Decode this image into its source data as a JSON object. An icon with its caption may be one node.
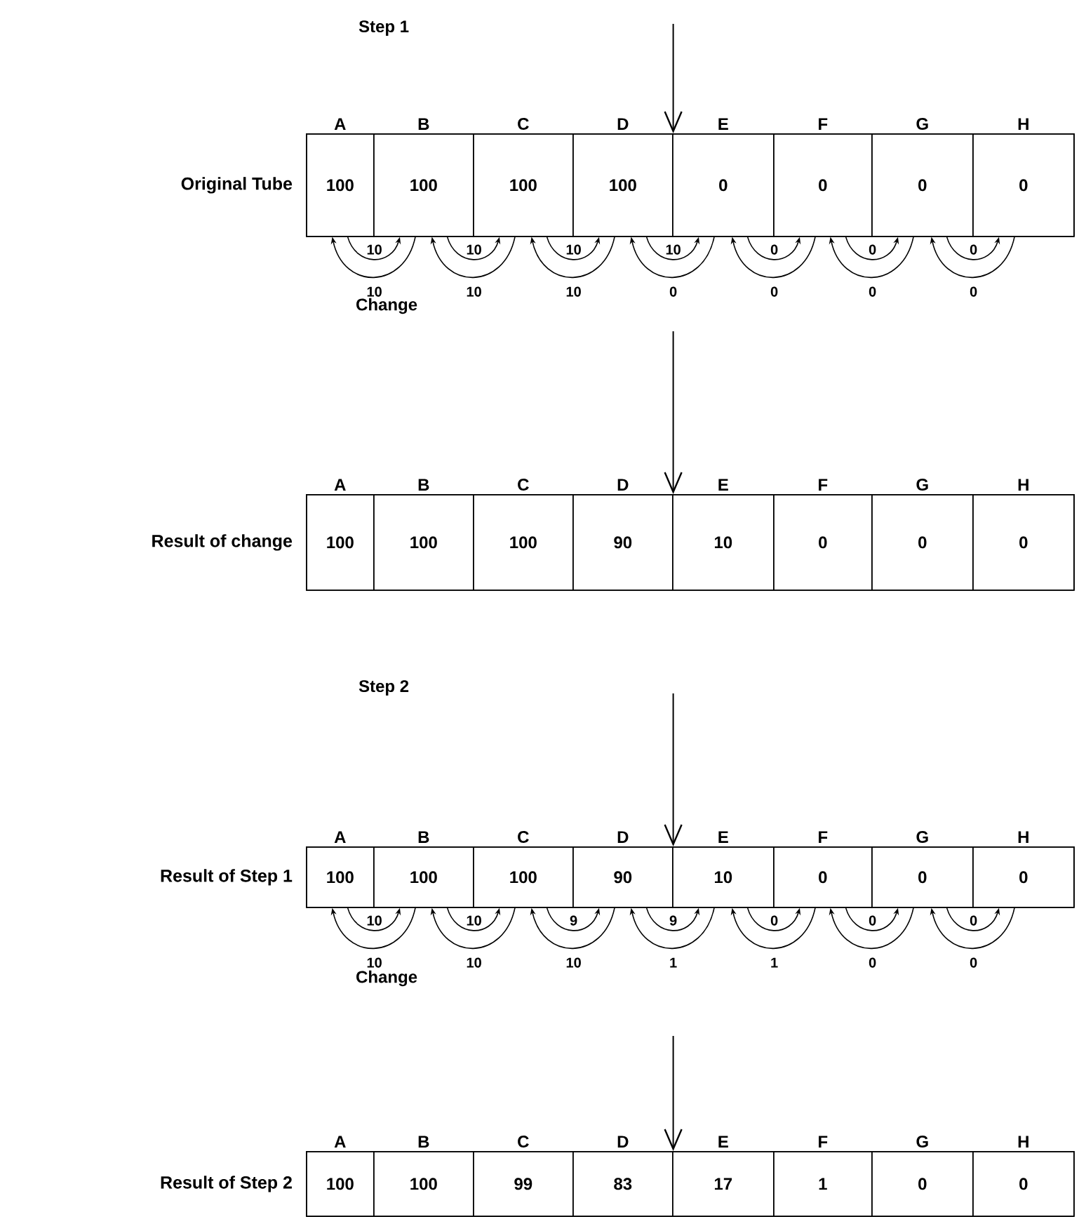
{
  "diagram": {
    "nodes": [
      {
        "text": [
          "Original Tube"
        ]
      },
      {
        "text": [
          "100"
        ],
        "in": 0,
        "beside": [
          "A"
        ]
      },
      {
        "text": [
          "100"
        ],
        "in": 0,
        "beside": [
          "B"
        ]
      },
      {
        "text": [
          "100"
        ],
        "in": 0,
        "beside": [
          "C"
        ]
      },
      {
        "text": [
          "100"
        ],
        "in": 0,
        "beside": [
          "D"
        ]
      },
      {
        "text": [
          "0"
        ],
        "in": 0,
        "beside": [
          "E"
        ]
      },
      {
        "text": [
          "0"
        ],
        "in": 0,
        "beside": [
          "F"
        ]
      },
      {
        "text": [
          "0"
        ],
        "in": 0,
        "beside": [
          "G"
        ]
      },
      {
        "text": [
          "0"
        ],
        "in": 0,
        "beside": [
          "H"
        ]
      },
      {
        "text": [
          "Result of change"
        ]
      },
      {
        "text": [
          "100"
        ],
        "in": 9,
        "beside": [
          "A"
        ]
      },
      {
        "text": [
          "100"
        ],
        "in": 9,
        "beside": [
          "B"
        ]
      },
      {
        "text": [
          "100"
        ],
        "in": 9,
        "beside": [
          "C"
        ]
      },
      {
        "text": [
          "90"
        ],
        "in": 9,
        "beside": [
          "D"
        ]
      },
      {
        "text": [
          "10"
        ],
        "in": 9,
        "beside": [
          "E"
        ]
      },
      {
        "text": [
          "0"
        ],
        "in": 9,
        "beside": [
          "F"
        ]
      },
      {
        "text": [
          "0"
        ],
        "in": 9,
        "beside": [
          "G"
        ]
      },
      {
        "text": [
          "0"
        ],
        "in": 9,
        "beside": [
          "H"
        ]
      },
      {
        "text": [
          "Result of Step 1"
        ]
      },
      {
        "text": [
          "100"
        ],
        "in": 18,
        "beside": [
          "A"
        ]
      },
      {
        "text": [
          "100"
        ],
        "in": 18,
        "beside": [
          "B"
        ]
      },
      {
        "text": [
          "100"
        ],
        "in": 18,
        "beside": [
          "C"
        ]
      },
      {
        "text": [
          "90"
        ],
        "in": 18,
        "beside": [
          "D"
        ]
      },
      {
        "text": [
          "10"
        ],
        "in": 18,
        "beside": [
          "E"
        ]
      },
      {
        "text": [
          "0"
        ],
        "in": 18,
        "beside": [
          "F"
        ]
      },
      {
        "text": [
          "0"
        ],
        "in": 18,
        "beside": [
          "G"
        ]
      },
      {
        "text": [
          "0"
        ],
        "in": 18,
        "beside": [
          "H"
        ]
      },
      {
        "text": [
          "Result of Step 2"
        ]
      },
      {
        "text": [
          "100"
        ],
        "in": 27,
        "beside": [
          "A"
        ]
      },
      {
        "text": [
          "100"
        ],
        "in": 27,
        "beside": [
          "B"
        ]
      },
      {
        "text": [
          "99"
        ],
        "in": 27,
        "beside": [
          "C"
        ]
      },
      {
        "text": [
          "83"
        ],
        "in": 27,
        "beside": [
          "D"
        ]
      },
      {
        "text": [
          "17"
        ],
        "in": 27,
        "beside": [
          "E"
        ]
      },
      {
        "text": [
          "1"
        ],
        "in": 27,
        "beside": [
          "F"
        ]
      },
      {
        "text": [
          "0"
        ],
        "in": 27,
        "beside": [
          "G"
        ]
      },
      {
        "text": [
          "0"
        ],
        "in": 27,
        "beside": [
          "H"
        ]
      }
    ],
    "edges": [
      {
        "from": 1,
        "to": 2,
        "arrow": "to",
        "label": "10"
      },
      {
        "from": 2,
        "to": 1,
        "arrow": "to",
        "label": "10"
      },
      {
        "from": 2,
        "to": 3,
        "arrow": "to",
        "label": "10"
      },
      {
        "from": 3,
        "to": 2,
        "arrow": "to",
        "label": "10"
      },
      {
        "from": 3,
        "to": 4,
        "arrow": "to",
        "label": "10"
      },
      {
        "from": 4,
        "to": 3,
        "arrow": "to",
        "label": "10"
      },
      {
        "from": 4,
        "to": 5,
        "arrow": "to",
        "label": "10"
      },
      {
        "from": 5,
        "to": 4,
        "arrow": "to",
        "label": "0"
      },
      {
        "from": 5,
        "to": 6,
        "arrow": "to",
        "label": "0"
      },
      {
        "from": 6,
        "to": 5,
        "arrow": "to",
        "label": "0"
      },
      {
        "from": 6,
        "to": 7,
        "arrow": "to",
        "label": "0"
      },
      {
        "from": 7,
        "to": 6,
        "arrow": "to",
        "label": "0"
      },
      {
        "from": 7,
        "to": 8,
        "arrow": "to",
        "label": "0"
      },
      {
        "from": 8,
        "to": 7,
        "arrow": "to",
        "label": "0"
      },
      {
        "from": 19,
        "to": 20,
        "arrow": "to",
        "label": "10"
      },
      {
        "from": 20,
        "to": 19,
        "arrow": "to",
        "label": "10"
      },
      {
        "from": 20,
        "to": 21,
        "arrow": "to",
        "label": "10"
      },
      {
        "from": 21,
        "to": 20,
        "arrow": "to",
        "label": "10"
      },
      {
        "from": 21,
        "to": 22,
        "arrow": "to",
        "label": "9"
      },
      {
        "from": 22,
        "to": 21,
        "arrow": "to",
        "label": "10"
      },
      {
        "from": 22,
        "to": 23,
        "arrow": "to",
        "label": "9"
      },
      {
        "from": 23,
        "to": 22,
        "arrow": "to",
        "label": "1"
      },
      {
        "from": 23,
        "to": 24,
        "arrow": "to",
        "label": "0"
      },
      {
        "from": 24,
        "to": 23,
        "arrow": "to",
        "label": "1"
      },
      {
        "from": 24,
        "to": 25,
        "arrow": "to",
        "label": "0"
      },
      {
        "from": 25,
        "to": 24,
        "arrow": "to",
        "label": "0"
      },
      {
        "from": 25,
        "to": 26,
        "arrow": "to",
        "label": "0"
      },
      {
        "from": 26,
        "to": 25,
        "arrow": "to",
        "label": "0"
      },
      {
        "from": null,
        "to": 4,
        "arrow": "to"
      },
      {
        "from": null,
        "to": 13,
        "arrow": "to"
      },
      {
        "from": null,
        "to": 22,
        "arrow": "to"
      },
      {
        "from": null,
        "to": 31,
        "arrow": "to"
      }
    ],
    "labels": [
      "Step 1",
      "Change",
      "Step 2",
      "Change"
    ]
  }
}
